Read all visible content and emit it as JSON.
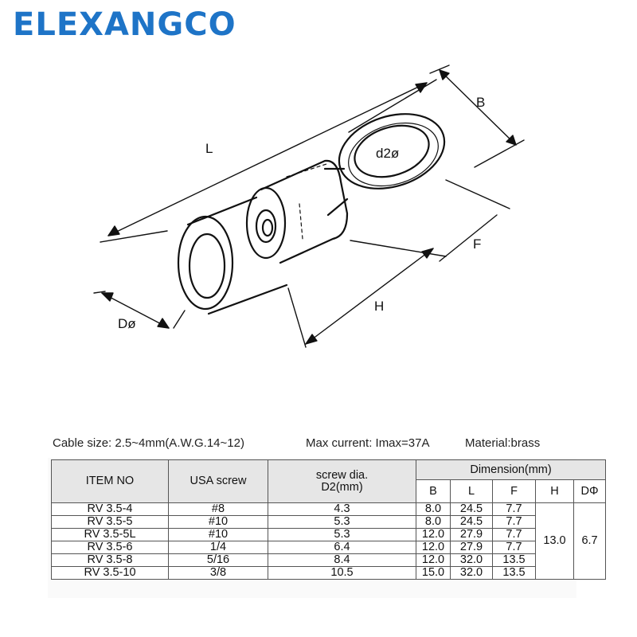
{
  "brand": {
    "name": "ELEXANGCO",
    "color": "#1e74c7"
  },
  "diagram": {
    "labels": {
      "L": "L",
      "B": "B",
      "d2": "d2ø",
      "F": "F",
      "H": "H",
      "D": "Dø"
    }
  },
  "specs": {
    "cable_size": "Cable size: 2.5~4mm(A.W.G.14~12)",
    "max_current": "Max current: Imax=37A",
    "material": "Material:brass"
  },
  "table": {
    "headers": {
      "item_no": "ITEM NO",
      "usa_screw": "USA screw",
      "screw_dia_line1": "screw dia.",
      "screw_dia_line2": "D2(mm)",
      "dimension": "Dimension(mm)",
      "b": "B",
      "l": "L",
      "f": "F",
      "h": "H",
      "d": "DΦ"
    },
    "rows": [
      {
        "item": "RV  3.5-4",
        "usa": "#8",
        "d2": "4.3",
        "b": "8.0",
        "l": "24.5",
        "f": "7.7"
      },
      {
        "item": "RV  3.5-5",
        "usa": "#10",
        "d2": "5.3",
        "b": "8.0",
        "l": "24.5",
        "f": "7.7"
      },
      {
        "item": "RV  3.5-5L",
        "usa": "#10",
        "d2": "5.3",
        "b": "12.0",
        "l": "27.9",
        "f": "7.7"
      },
      {
        "item": "RV  3.5-6",
        "usa": "1/4",
        "d2": "6.4",
        "b": "12.0",
        "l": "27.9",
        "f": "7.7"
      },
      {
        "item": "RV  3.5-8",
        "usa": "5/16",
        "d2": "8.4",
        "b": "12.0",
        "l": "32.0",
        "f": "13.5"
      },
      {
        "item": "RV  3.5-10",
        "usa": "3/8",
        "d2": "10.5",
        "b": "15.0",
        "l": "32.0",
        "f": "13.5"
      }
    ],
    "merged": {
      "h": "13.0",
      "d": "6.7"
    }
  }
}
